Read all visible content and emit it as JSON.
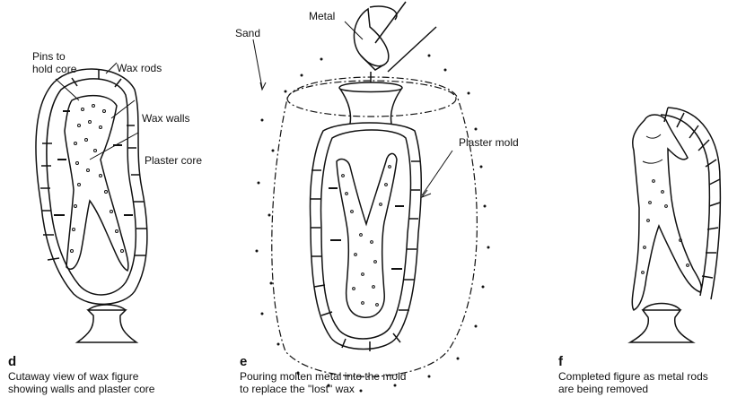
{
  "panels": [
    {
      "letter": "d",
      "caption_lines": [
        "Cutaway view of wax figure",
        "showing walls and plaster core"
      ],
      "labels": {
        "pins": [
          "Pins to",
          "hold core"
        ],
        "wax_rods": "Wax rods",
        "wax_walls": "Wax walls",
        "plaster_core": "Plaster core"
      }
    },
    {
      "letter": "e",
      "caption_lines": [
        "Pouring molten metal into the mold",
        "to replace the \"lost\" wax"
      ],
      "labels": {
        "sand": "Sand",
        "metal": "Metal",
        "plaster_mold": "Plaster mold"
      }
    },
    {
      "letter": "f",
      "caption_lines": [
        "Completed figure as metal rods",
        "are being removed"
      ]
    }
  ],
  "colors": {
    "ink": "#111111",
    "background": "#ffffff"
  }
}
